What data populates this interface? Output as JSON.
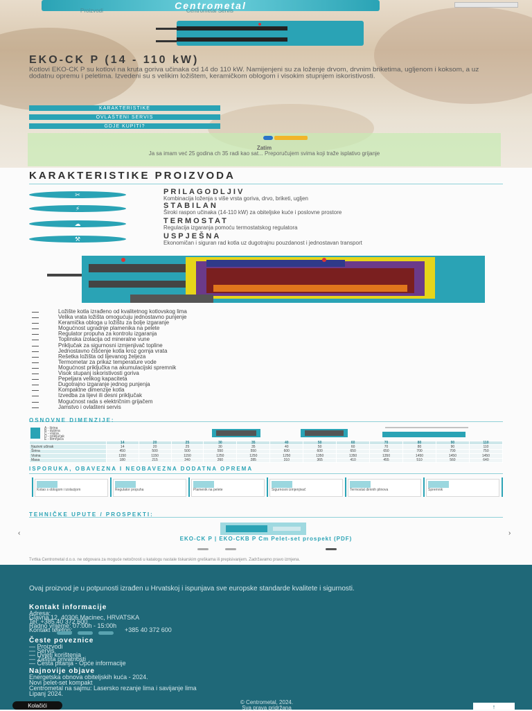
{
  "header": {
    "logo_text": "Centrometal",
    "nav": [
      "Proizvodi",
      "Centrometal Servis"
    ],
    "lang": ""
  },
  "hero": {
    "title": "EKO-CK P (14 - 110 kW)",
    "description": "Kotlovi EKO-CK P su kotlovi na kruta goriva učinaka od 14 do 110 kW. Namijenjeni su za loženje drvom, drvnim briketima, ugljenom i koksom, a uz dodatnu opremu i peletima. Izvedeni su s velikim ložištem, keramičkom oblogom i visokim stupnjem iskoristivosti.",
    "buttons": [
      "KARAKTERISTIKE",
      "OVLAŠTENI SERVIS",
      "GDJE KUPITI?"
    ]
  },
  "announcement": {
    "title": "Zatim",
    "text": "Ja sa imam već 25 godina ch 35 radi kao sat... Preporučujem svima koji traže isplativo grijanje"
  },
  "features": {
    "title": "KARAKTERISTIKE PROIZVODA",
    "items": [
      {
        "title": "PRILAGODLJIV",
        "desc": "Kombinacija loženja s više vrsta goriva, drvo, briketi, ugljen"
      },
      {
        "title": "STABILAN",
        "desc": "Široki raspon učinaka (14-110 kW) za obiteljske kuće i poslovne prostore"
      },
      {
        "title": "TERMOSTAT",
        "desc": "Regulacija izgaranja pomoću termostatskog regulatora"
      },
      {
        "title": "USPJEŠNA",
        "desc": "Ekonomičan i siguran rad kotla uz dugotrajnu pouzdanost i jednostavan transport"
      }
    ],
    "icons": [
      "fuel-icon",
      "thermometer-icon",
      "flame-icon",
      "wrench-icon"
    ]
  },
  "bullets": [
    "Ložište kotla izrađeno od kvalitetnog kotlovskog lima",
    "Velika vrata ložišta omogućuju jednostavno punjenje",
    "Keramička obloga u ložištu za bolje izgaranje",
    "Mogućnost ugradnje plamenika na pelete",
    "Regulator propuha za kontrolu izgaranja",
    "Toplinska izolacija od mineralne vune",
    "Priključak za sigurnosni izmjenjivač topline",
    "Jednostavno čišćenje kotla kroz gornja vrata",
    "Rešetka ložišta od lijevanog željeza",
    "Termometar za prikaz temperature vode",
    "Mogućnost priključka na akumulacijski spremnik",
    "Visok stupanj iskoristivosti goriva",
    "Pepeljara velikog kapaciteta",
    "Dugotrajno izgaranje jednog punjenja",
    "Kompaktne dimenzije kotla",
    "Izvedba za lijevi ili desni priključak",
    "Mogućnost rada s električnim grijačem",
    "Jamstvo i ovlašteni servis"
  ],
  "dimensions": {
    "title": "OSNOVNE DIMENZIJE:",
    "legend": [
      "A - širina",
      "B - dubina",
      "C - visina",
      "D - priključak",
      "E - dimnjača"
    ],
    "headers": [
      "",
      "14",
      "20",
      "25",
      "30",
      "35",
      "40",
      "50",
      "60",
      "70",
      "80",
      "90",
      "110"
    ],
    "rows": [
      [
        "Nazivni učinak",
        "14",
        "20",
        "25",
        "30",
        "35",
        "40",
        "50",
        "60",
        "70",
        "80",
        "90",
        "110"
      ],
      [
        "Širina",
        "450",
        "500",
        "500",
        "550",
        "550",
        "600",
        "600",
        "650",
        "650",
        "700",
        "700",
        "750"
      ],
      [
        "Visina",
        "1150",
        "1150",
        "1150",
        "1250",
        "1250",
        "1250",
        "1350",
        "1350",
        "1350",
        "1450",
        "1450",
        "1450"
      ],
      [
        "Masa",
        "180",
        "215",
        "240",
        "260",
        "285",
        "310",
        "365",
        "410",
        "455",
        "510",
        "560",
        "640"
      ]
    ]
  },
  "delivery": {
    "title": "ISPORUKA, OBAVEZNA I NEOBAVEZNA DODATNA OPREMA",
    "cards": [
      "Kotao s oblogom i izolacijom",
      "Regulator propuha",
      "Plamenik na pelete",
      "Sigurnosni izmjenjivač",
      "Termostat dimnih plinova",
      "Spremnik"
    ]
  },
  "manuals": {
    "title": "TEHNIČKE UPUTE / PROSPEKTI:",
    "link": "EKO-CK P | EKO-CKB P Cm Pelet-set prospekt (PDF)"
  },
  "disclaimer": "Tvrtka Centrometal d.o.o. ne odgovara za moguće netočnosti u katalogu nastale tiskarskim greškama ili prepisivanjem. Zadržavamo pravo izmjena.",
  "footer": {
    "intro": "Ovaj proizvod je u potpunosti izrađen u Hrvatskoj i ispunjava sve europske standarde kvalitete i sigurnosti.",
    "contact_title": "Kontakt informacije",
    "contact_lines": [
      "Adresa:",
      "Glavna 12, 40306 Macinec, HRVATSKA",
      "Tel: +385 40 372 600",
      "Radno vrijeme: 07:00h - 15:00h",
      "Kontakt telefon:",
      "+385 40 372 600"
    ],
    "links_title": "Česte poveznice",
    "links": [
      "Proizvodi",
      "Servis",
      "Uvjeti korištenja",
      "Zaštita privatnosti",
      "Česta pitanja - Opće informacije"
    ],
    "news_title": "Najnovije objave",
    "news": [
      "Energetska obnova obiteljskih kuća - 2024.",
      "Novi pelet-set kompakt",
      "Centrometal na sajmu: Lasersko rezanje lima i savijanje lima",
      "Lipanj 2024."
    ],
    "cookie_label": "Kolačići",
    "copyright": "© Centrometal, 2024.",
    "copyright2": "Sva prava pridržana",
    "top_label": "↑"
  },
  "colors": {
    "accent": "#2aa3b5",
    "footer": "#1f6878",
    "yellow": "#e6d51a"
  }
}
